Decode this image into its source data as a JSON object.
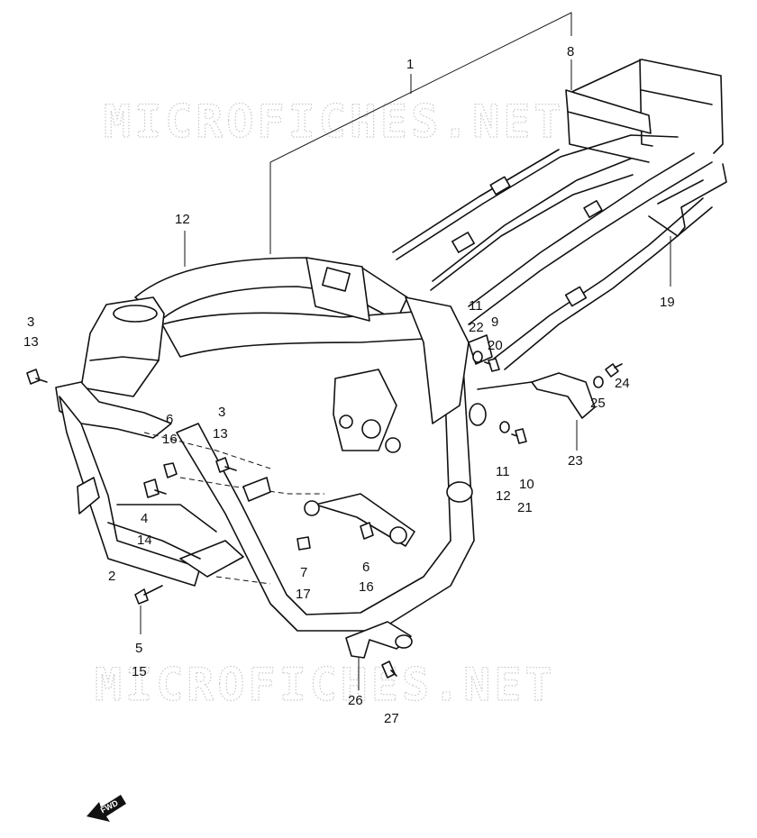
{
  "watermark": "MICROFICHES.NET",
  "fwd_label": "FWD",
  "callouts": {
    "c1": "1",
    "c8": "8",
    "c12": "12",
    "c19": "19",
    "c3a": "3",
    "c13a": "13",
    "c11a": "11",
    "c22a": "22",
    "c9": "9",
    "c20": "20",
    "c6a": "6",
    "c16a": "16",
    "c3b": "3",
    "c13b": "13",
    "c24": "24",
    "c25": "25",
    "c23": "23",
    "c11b": "11",
    "c12b": "12",
    "c10": "10",
    "c21": "21",
    "c4": "4",
    "c14": "14",
    "c2": "2",
    "c7": "7",
    "c17": "17",
    "c6b": "6",
    "c16b": "16",
    "c5": "5",
    "c15": "15",
    "c26": "26",
    "c27": "27"
  }
}
